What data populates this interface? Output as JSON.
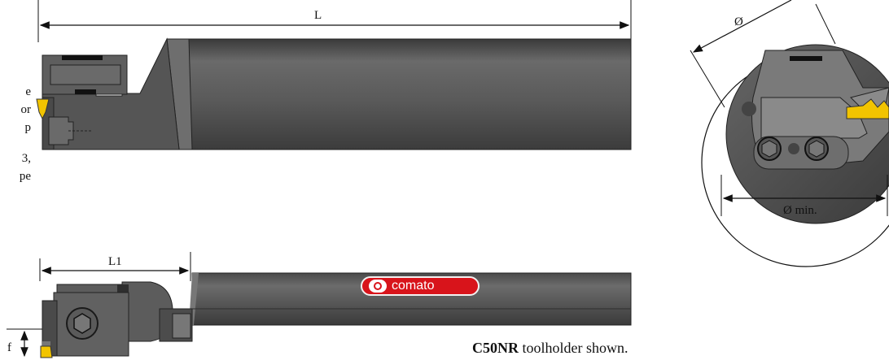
{
  "dimensions": {
    "overall_length": "L",
    "head_length": "L1",
    "offset": "f",
    "diameter": "Ø",
    "min_bore": "Ø min."
  },
  "side_text_fragments": [
    "e",
    "or",
    "p",
    "3,",
    "pe"
  ],
  "brand": {
    "name": "comato",
    "color": "#d8141b"
  },
  "caption": {
    "model": "C50NR",
    "text": " toolholder shown."
  },
  "colors": {
    "body": "#5a5a5a",
    "insert": "#f2c400",
    "dim_line": "#111111"
  }
}
